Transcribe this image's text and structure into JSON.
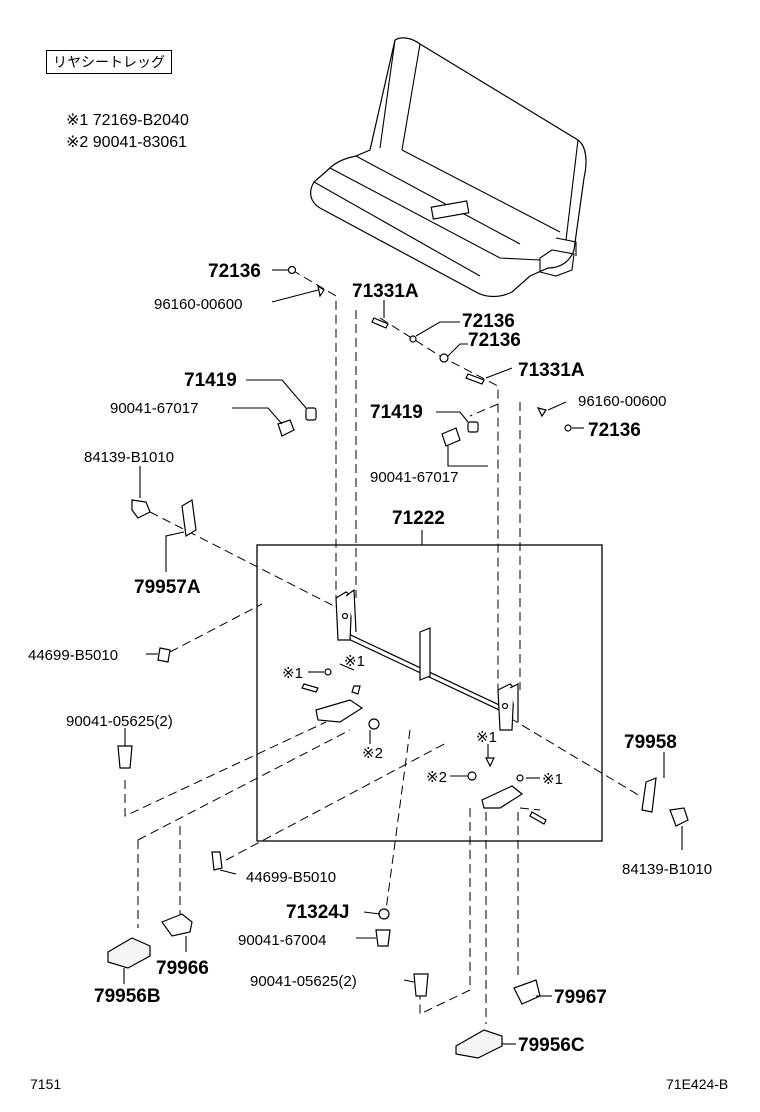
{
  "header": {
    "section_label": "リヤシートレッグ"
  },
  "legend": [
    {
      "mark": "※1",
      "part": "72169-B2040"
    },
    {
      "mark": "※2",
      "part": "90041-83061"
    }
  ],
  "callouts": {
    "c72136_a": "72136",
    "c96160_a": "96160-00600",
    "c71331A_a": "71331A",
    "c72136_b": "72136",
    "c72136_c": "72136",
    "c71331A_b": "71331A",
    "c71419_a": "71419",
    "c90041_67017_a": "90041-67017",
    "c71419_b": "71419",
    "c96160_b": "96160-00600",
    "c72136_d": "72136",
    "c90041_67017_b": "90041-67017",
    "c84139_a": "84139-B1010",
    "c71222": "71222",
    "c79957A": "79957A",
    "c44699_a": "44699-B5010",
    "c90041_05625_a": "90041-05625(2)",
    "c79958": "79958",
    "c84139_b": "84139-B1010",
    "c44699_b": "44699-B5010",
    "c71324J": "71324J",
    "c90041_67004": "90041-67004",
    "c79966": "79966",
    "c79956B": "79956B",
    "c90041_05625_b": "90041-05625(2)",
    "c79967": "79967",
    "c79956C": "79956C",
    "m1_a": "※1",
    "m1_b": "※1",
    "m2_a": "※2",
    "m1_c": "※1",
    "m2_b": "※2",
    "m1_d": "※1"
  },
  "footer": {
    "left_code": "7151",
    "right_code": "71E424-B"
  }
}
